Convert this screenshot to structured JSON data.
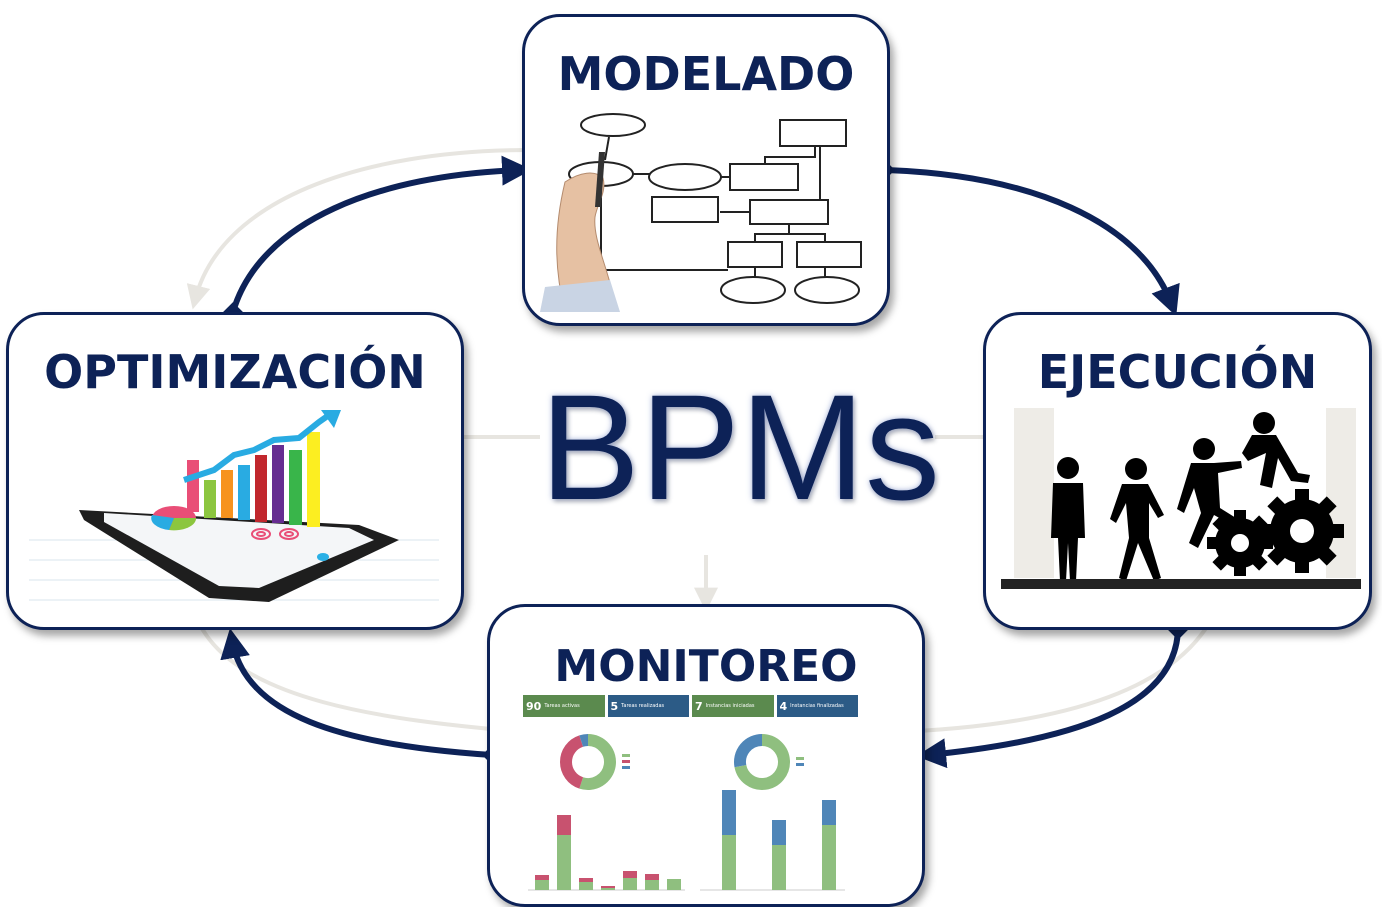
{
  "center_title": "BPMs",
  "stages": {
    "modelado": "MODELADO",
    "ejecucion": "EJECUCIÓN",
    "monitoreo": "MONITOREO",
    "optimizacion": "OPTIMIZACIÓN"
  },
  "colors": {
    "primary": "#0d2257",
    "faint_arrow": "#e7e5e0"
  },
  "dashboard": {
    "kpis": [
      {
        "value": "90",
        "label": "Tareas activas",
        "color": "#5b8a4e"
      },
      {
        "value": "5",
        "label": "Tareas realizadas",
        "color": "#2c5b86"
      },
      {
        "value": "7",
        "label": "Instancias iniciadas",
        "color": "#5b8a4e"
      },
      {
        "value": "4",
        "label": "Instancias finalizadas",
        "color": "#2c5b86"
      }
    ],
    "donut_left": [
      0.55,
      0.4,
      0.05
    ],
    "donut_right": [
      0.72,
      0.28
    ],
    "bars_left": [
      [
        0.1,
        0.05
      ],
      [
        0.55,
        0.2
      ],
      [
        0.08,
        0.04
      ],
      [
        0.02,
        0.02
      ],
      [
        0.12,
        0.07
      ],
      [
        0.1,
        0.06
      ],
      [
        0.11,
        0.0
      ]
    ],
    "bars_right": [
      [
        0.55,
        0.45
      ],
      [
        0.45,
        0.25
      ],
      [
        0.65,
        0.25
      ]
    ]
  }
}
